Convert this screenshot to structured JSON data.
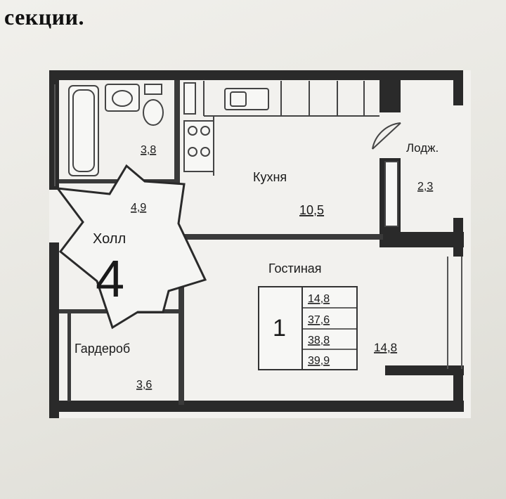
{
  "heading": "секции.",
  "rooms": {
    "bathroom": {
      "area": "3,8"
    },
    "hall_wc": {
      "area": "4,9"
    },
    "kitchen": {
      "name": "Кухня",
      "area": "10,5"
    },
    "loggia": {
      "name": "Лодж.",
      "area": "2,3"
    },
    "hall": {
      "name": "Холл",
      "number": "4"
    },
    "living": {
      "name": "Гостиная",
      "area": "14,8"
    },
    "wardrobe": {
      "name": "Гардероб",
      "area": "3,6"
    }
  },
  "apartment": {
    "rooms_count": "1",
    "areas": [
      "14,8",
      "37,6",
      "38,8",
      "39,9"
    ]
  }
}
